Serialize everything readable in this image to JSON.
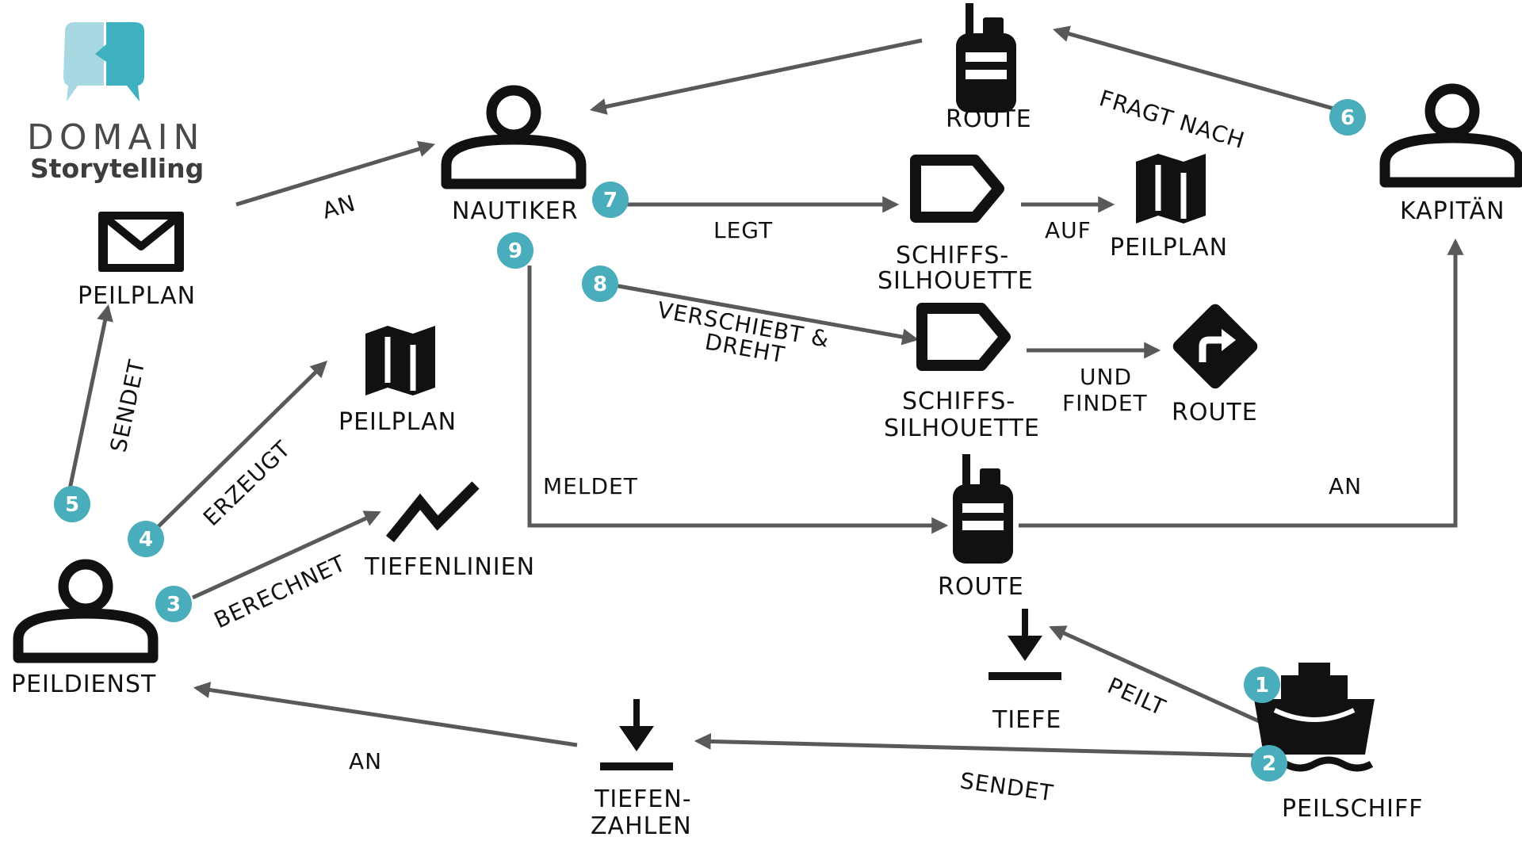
{
  "logo": {
    "line1": "DOMAIN",
    "line2": "Storytelling",
    "colors": {
      "left": "#a8d8e2",
      "right": "#3eb1c0"
    }
  },
  "badge_color": "#49adbc",
  "arrow_color": "#595959",
  "actors": {
    "nautiker": "NAUTIKER",
    "kapitaen": "KAPITÄN",
    "peildienst": "PEILDIENST",
    "peilschiff": "PEILSCHIFF"
  },
  "work_objects": {
    "route_top": "ROUTE",
    "route_mid": "ROUTE",
    "route_found": "ROUTE",
    "peilplan_mail": "PEILPLAN",
    "peilplan_map_left": "PEILPLAN",
    "peilplan_map_right": "PEILPLAN",
    "tiefenlinien": "TIEFENLINIEN",
    "silhouette1_l1": "SCHIFFS-",
    "silhouette1_l2": "SILHOUETTE",
    "silhouette2_l1": "SCHIFFS-",
    "silhouette2_l2": "SILHOUETTE",
    "tiefe": "TIEFE",
    "tiefenzahlen_l1": "TIEFEN-",
    "tiefenzahlen_l2": "ZAHLEN"
  },
  "relations": {
    "an_nautiker": "AN",
    "fragt_nach": "FRAGT NACH",
    "legt": "LEGT",
    "auf": "AUF",
    "verschiebt_l1": "VERSCHIEBT &",
    "verschiebt_l2": "DREHT",
    "und_findet_l1": "UND",
    "und_findet_l2": "FINDET",
    "meldet": "MELDET",
    "an_kapitaen": "AN",
    "sendet_peilplan": "SENDET",
    "erzeugt": "ERZEUGT",
    "berechnet": "BERECHNET",
    "peilt": "PEILT",
    "sendet_tiefenzahlen": "SENDET",
    "an_peildienst": "AN"
  },
  "steps": {
    "s1": "1",
    "s2": "2",
    "s3": "3",
    "s4": "4",
    "s5": "5",
    "s6": "6",
    "s7": "7",
    "s8": "8",
    "s9": "9"
  },
  "icons": [
    "actor-person-icon",
    "radio-walkie-talkie-icon",
    "envelope-icon",
    "folded-map-icon",
    "tag-label-icon",
    "turn-right-sign-icon",
    "depth-down-arrow-icon",
    "trend-line-icon",
    "ship-icon",
    "speech-bubble-logo-icon"
  ]
}
